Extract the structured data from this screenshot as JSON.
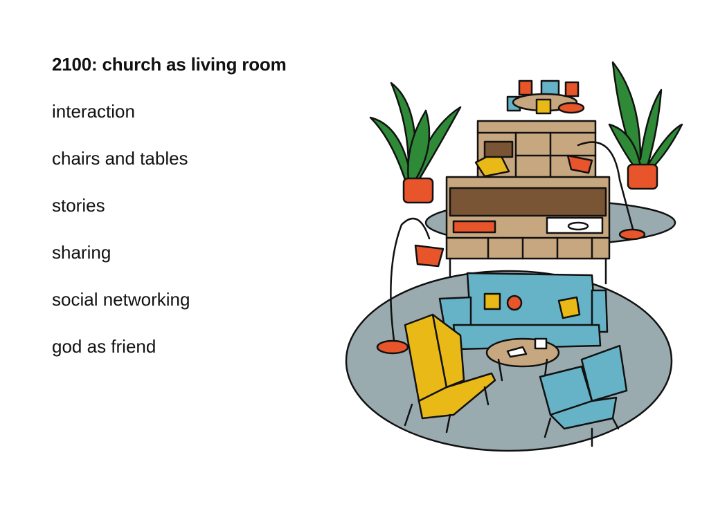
{
  "slide": {
    "title": "2100: church as living room",
    "bullets": [
      "interaction",
      "chairs and tables",
      "stories",
      "sharing",
      "social networking",
      "god as friend"
    ]
  },
  "illustration": {
    "icon": "living-room-sketch-icon",
    "colors": {
      "rug": "#9aabb0",
      "sofa": "#66b2c7",
      "yellow": "#e8b917",
      "orange": "#e8552a",
      "wood": "#c7a77f",
      "dark_wood": "#7a5535",
      "plant": "#2f8a37",
      "outline": "#111111"
    }
  }
}
